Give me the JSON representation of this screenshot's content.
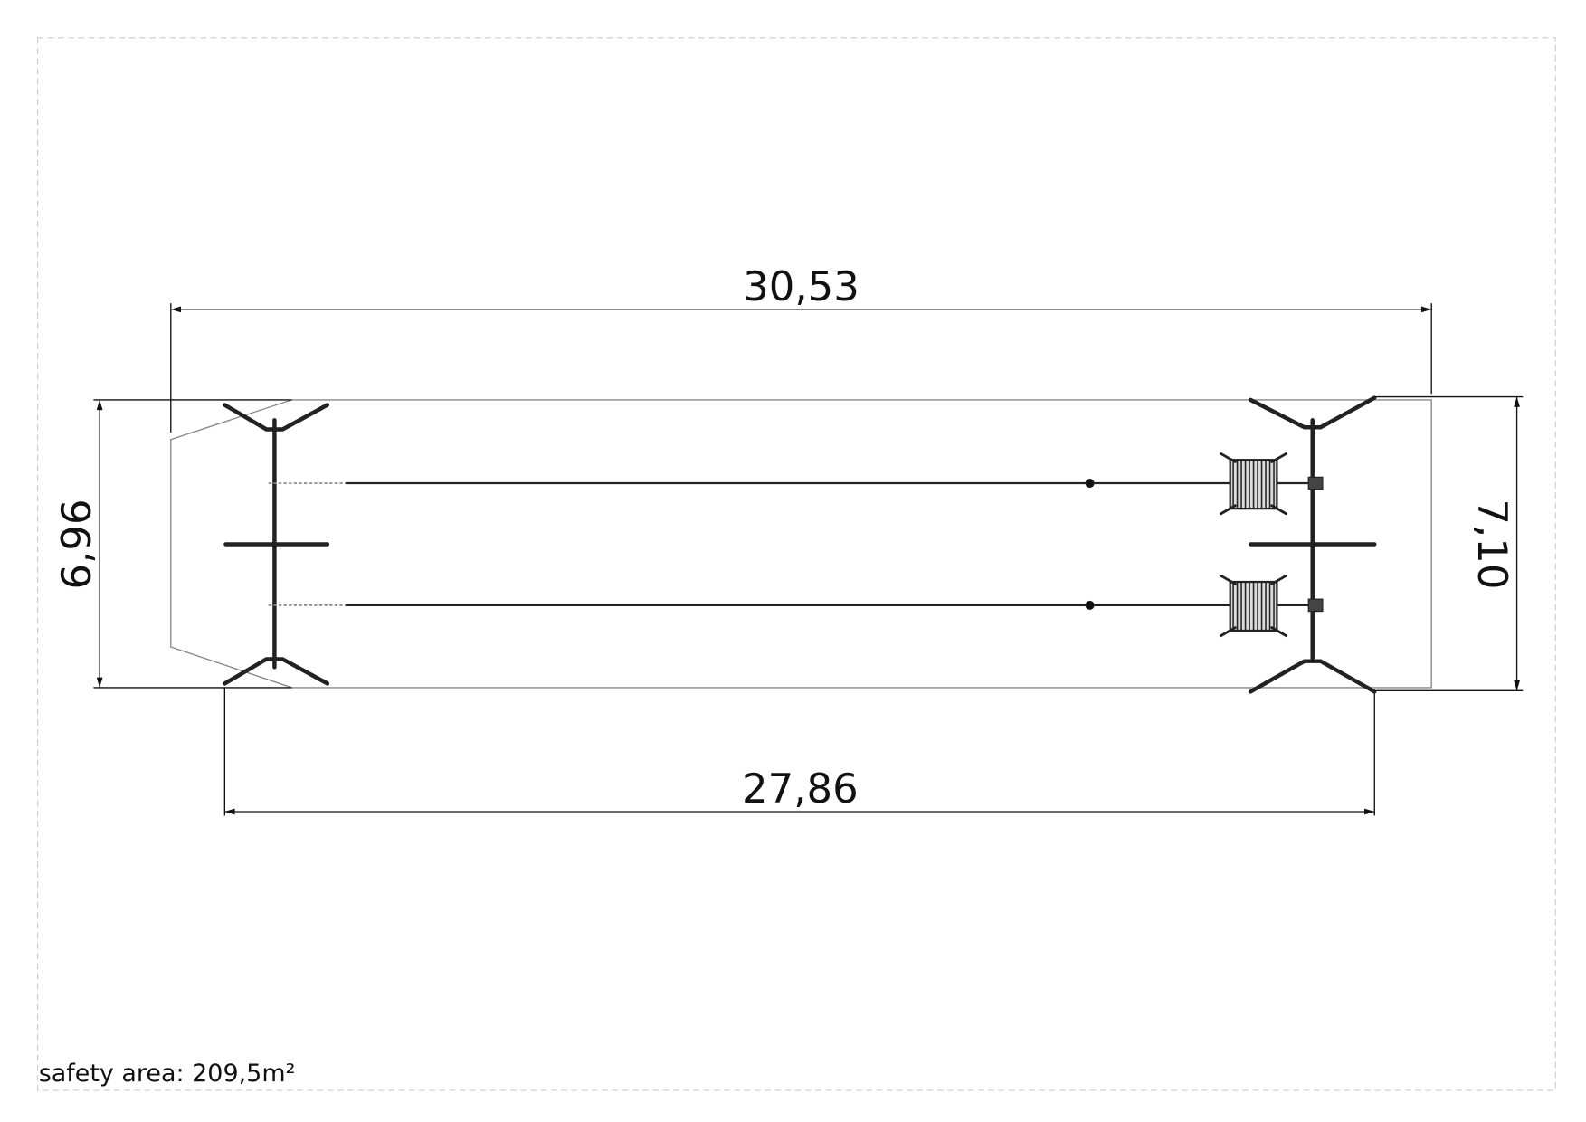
{
  "drawing": {
    "dimensions": {
      "top_width": "30,53",
      "bottom_width": "27,86",
      "left_height": "6,96",
      "right_height": "7,10"
    },
    "note": "safety area: 209,5m²",
    "colors": {
      "line": "#111111",
      "outline": "#888888",
      "border": "#cccccc"
    }
  }
}
